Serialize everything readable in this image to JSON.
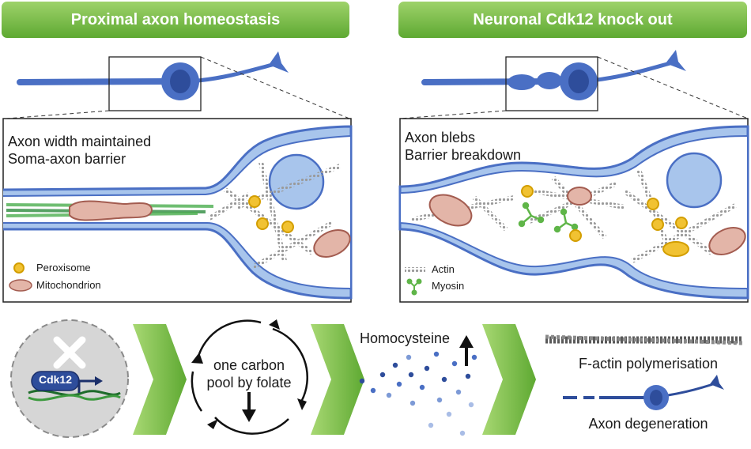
{
  "panels": {
    "left": {
      "title": "Proximal axon homeostasis",
      "caption_line1": "Axon width maintained",
      "caption_line2": "Soma-axon barrier",
      "legend": [
        "Peroxisome",
        "Mitochondrion"
      ]
    },
    "right": {
      "title": "Neuronal Cdk12 knock out",
      "caption_line1": "Axon blebs",
      "caption_line2": "Barrier breakdown",
      "legend": [
        "Actin",
        "Myosin"
      ]
    }
  },
  "pathway": {
    "gene_label": "Cdk12",
    "cycle_line1": "one carbon",
    "cycle_line2": "pool by folate",
    "metabolite": "Homocysteine",
    "outcome1": "F-actin polymerisation",
    "outcome2": "Axon degeneration"
  },
  "colors": {
    "banner_green": "#6db33f",
    "axon_blue": "#4a6fc4",
    "membrane_fill": "#a8c5ec",
    "peroxisome": "#f1c232",
    "mitochondrion": "#e3b5a8",
    "myosin": "#5fb548"
  }
}
